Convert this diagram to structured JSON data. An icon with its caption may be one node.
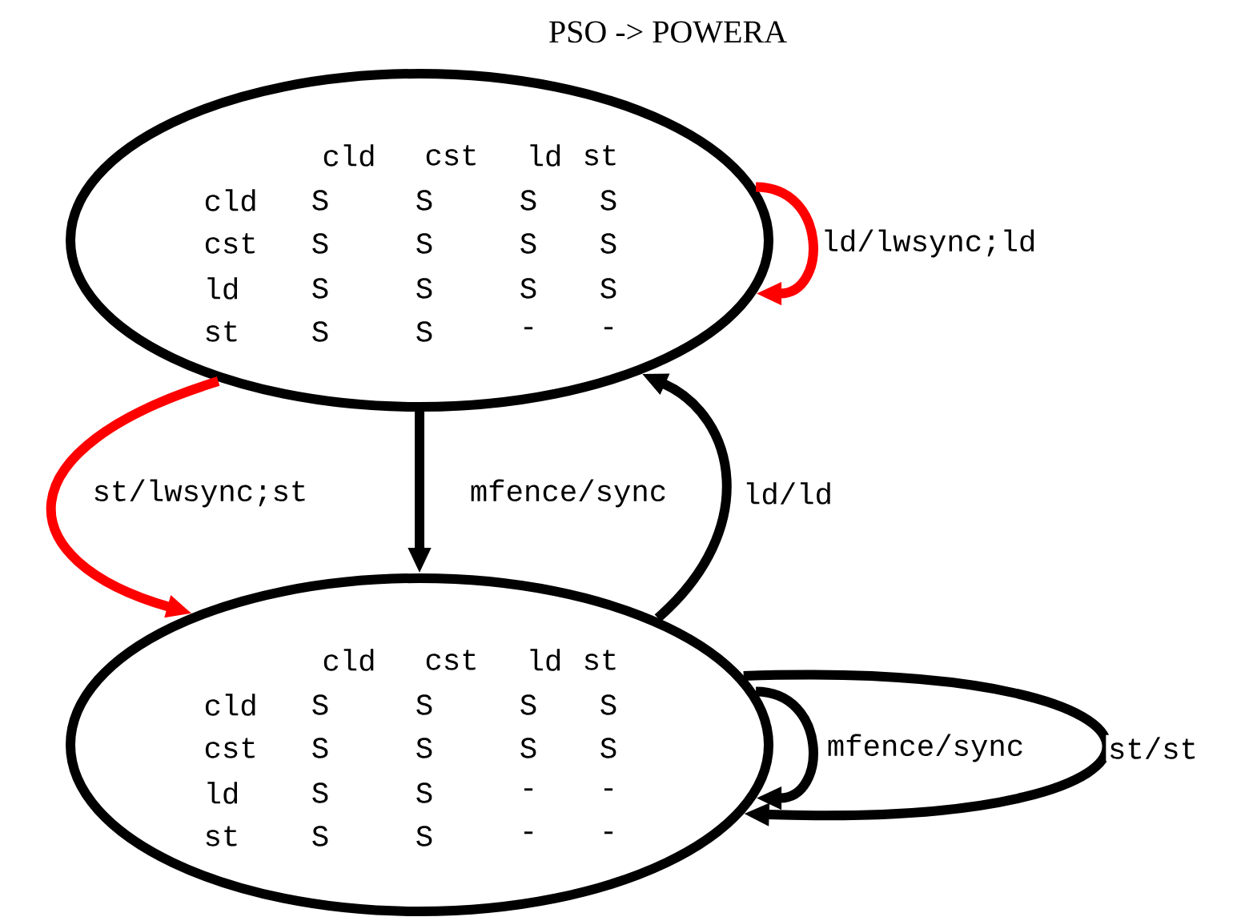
{
  "diagram": {
    "title": "PSO -> POWERA",
    "nodes": [
      {
        "text": [
          "cld",
          "cst",
          "ld",
          "st",
          "cld",
          "S",
          "S",
          "S",
          "S",
          "cst",
          "S",
          "S",
          "S",
          "S",
          "ld",
          "S",
          "S",
          "S",
          "S",
          "st",
          "S",
          "S",
          "-",
          "-"
        ]
      },
      {
        "text": [
          "cld",
          "cst",
          "ld",
          "st",
          "cld",
          "S",
          "S",
          "S",
          "S",
          "cst",
          "S",
          "S",
          "S",
          "S",
          "ld",
          "S",
          "S",
          "-",
          "-",
          "st",
          "S",
          "S",
          "-",
          "-"
        ]
      }
    ],
    "edges": [
      {
        "from": 0,
        "to": 0,
        "arrow": "to",
        "label": "ld/lwsync;ld",
        "color": "#ff0000"
      },
      {
        "from": 0,
        "to": 1,
        "arrow": "to",
        "label": "st/lwsync;st",
        "color": "#ff0000"
      },
      {
        "from": 0,
        "to": 1,
        "arrow": "to",
        "label": "mfence/sync"
      },
      {
        "from": 1,
        "to": 0,
        "arrow": "to",
        "label": "ld/ld"
      },
      {
        "from": 1,
        "to": 1,
        "arrow": "to",
        "label": "mfence/sync"
      },
      {
        "from": 1,
        "to": 1,
        "arrow": "to",
        "label": "st/st"
      }
    ]
  }
}
